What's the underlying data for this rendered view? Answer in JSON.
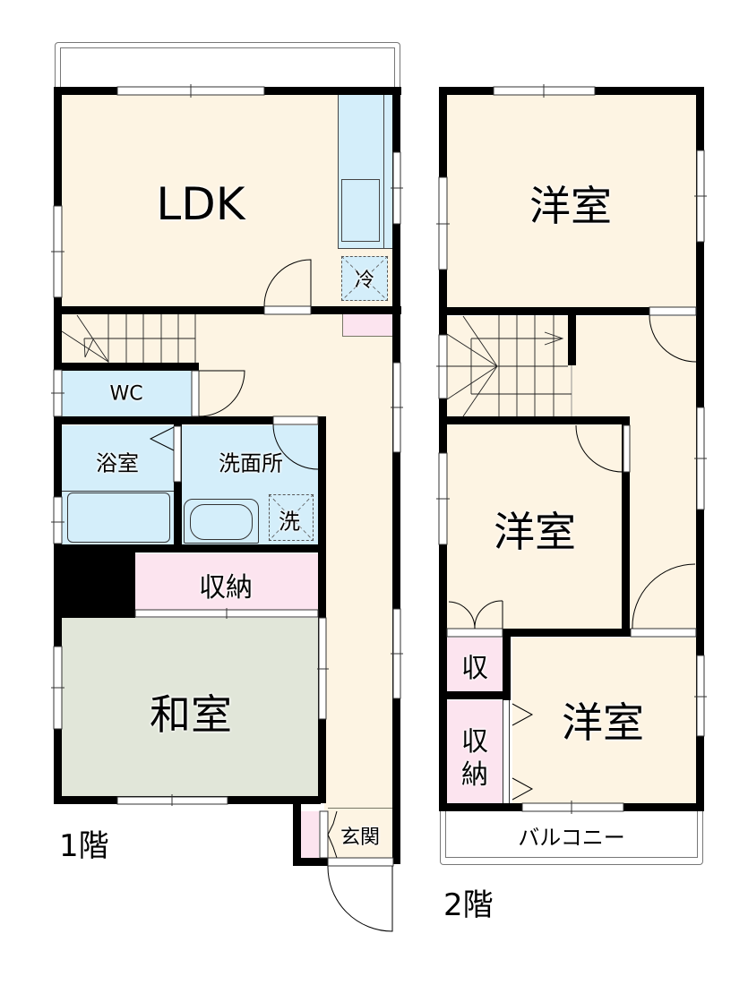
{
  "colors": {
    "wall": "#000000",
    "wood_floor": "#fdf4e3",
    "wet_area": "#d4eefa",
    "storage": "#fce4ef",
    "tatami": "#e1e6d9",
    "window": "#ffffff"
  },
  "floor1": {
    "floor_label": "1階",
    "rooms": {
      "ldk": "LDK",
      "fridge": "冷",
      "wc": "WC",
      "bath": "浴室",
      "washroom": "洗面所",
      "washer": "洗",
      "storage": "収納",
      "japanese_room": "和室",
      "entrance": "玄関"
    }
  },
  "floor2": {
    "floor_label": "2階",
    "rooms": {
      "western_room_north": "洋室",
      "western_room_middle": "洋室",
      "western_room_south": "洋室",
      "closet_small": "収",
      "closet_tall_top": "収",
      "closet_tall_bottom": "納",
      "balcony": "バルコニー"
    }
  }
}
